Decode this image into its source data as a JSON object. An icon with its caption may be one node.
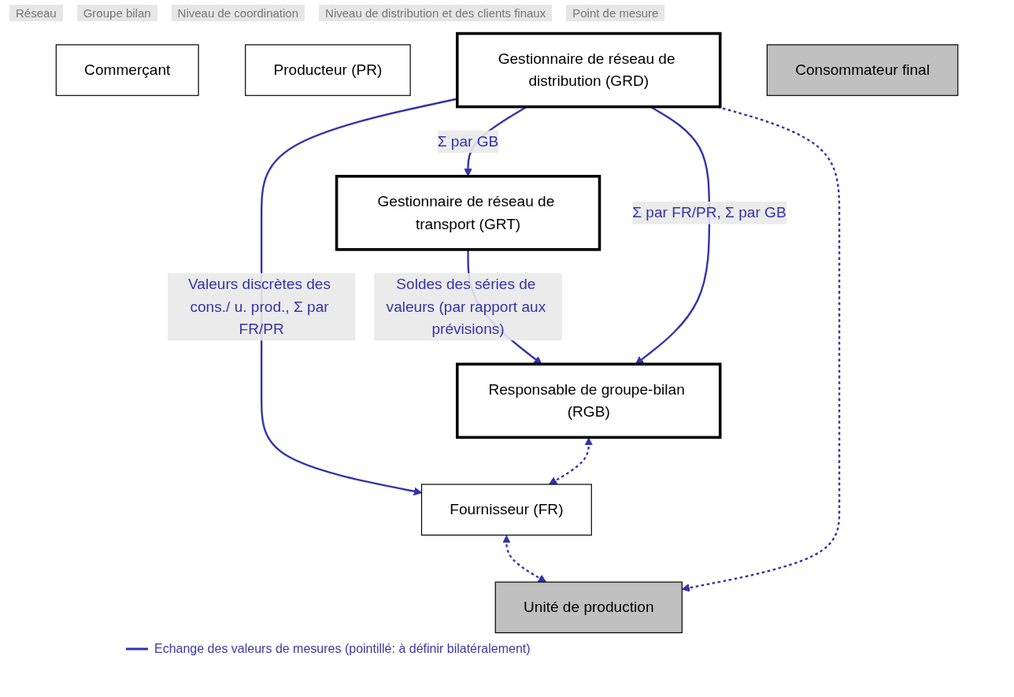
{
  "diagram": {
    "nodes": [
      {
        "text": [
          "Gestionnaire de réseau de transport (GRT)"
        ]
      },
      {
        "text": [
          "Responsable de groupe-bilan (RGB)"
        ]
      },
      {
        "text": [
          "Commerçant"
        ]
      },
      {
        "text": [
          "Fournisseur (FR)"
        ]
      },
      {
        "text": [
          "Producteur (PR)"
        ]
      },
      {
        "text": [
          "Gestionnaire de réseau de distribution (GRD)"
        ]
      },
      {
        "text": [
          "Unité de production"
        ]
      },
      {
        "text": [
          "Consommateur final"
        ]
      }
    ],
    "edges": [
      {
        "from": 0,
        "to": 1,
        "arrow": "to",
        "label": "Soldes des séries de valeurs (par rapport aux prévisions)"
      },
      {
        "from": 5,
        "to": 0,
        "arrow": "to",
        "label": "Σ par GB"
      },
      {
        "from": 5,
        "to": 1,
        "arrow": "to",
        "label": "Σ par FR/PR, Σ par GB"
      },
      {
        "from": 5,
        "to": 3,
        "arrow": "to",
        "label": "Valeurs discrètes des cons./ u. prod., Σ par FR/PR"
      },
      {
        "from": 1,
        "to": 3,
        "arrow": "both",
        "style": "dashed"
      },
      {
        "from": 3,
        "to": 6,
        "arrow": "both",
        "style": "dashed"
      },
      {
        "from": 5,
        "to": 6,
        "arrow": "to",
        "style": "dashed"
      }
    ],
    "labels": [
      "Réseau",
      "Groupe bilan",
      "Niveau de coordination",
      "Niveau de distribution et des clients finaux",
      "Point de mesure"
    ],
    "legend": [
      {
        "text": "Echange des valeurs de mesures (pointillé: à définir bilatéralement)"
      }
    ]
  }
}
